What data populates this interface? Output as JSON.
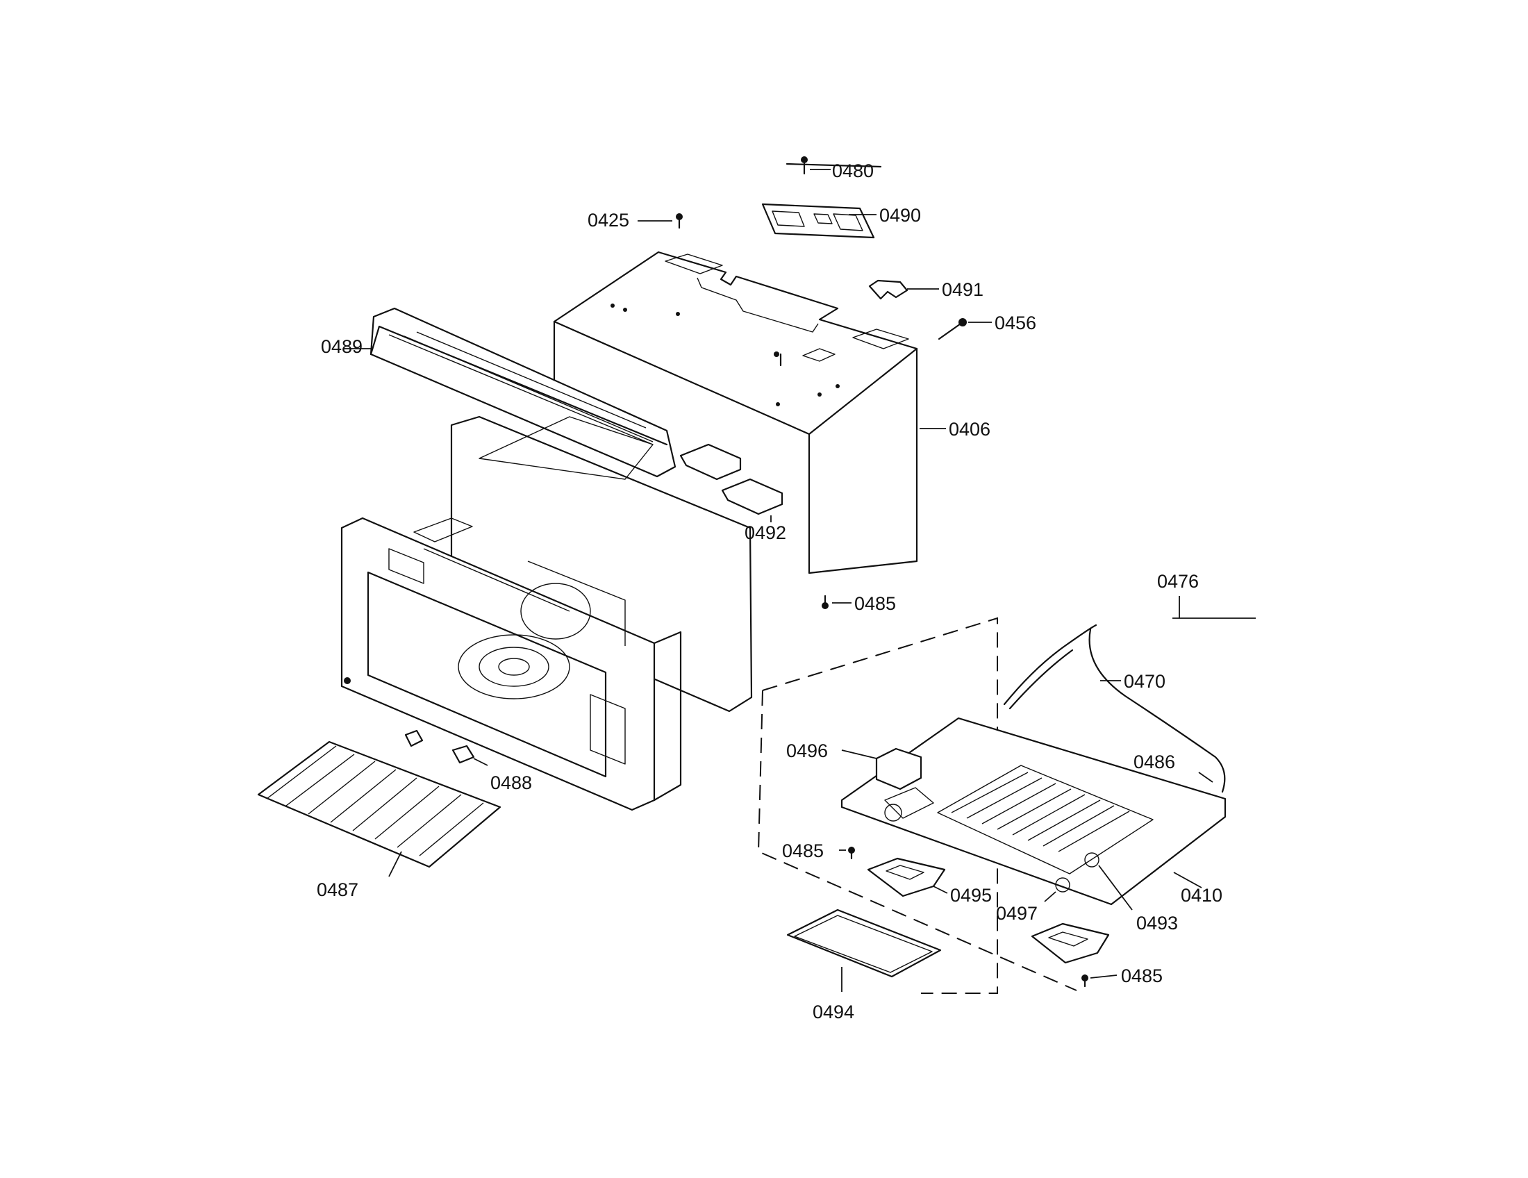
{
  "diagram": {
    "type": "exploded-parts-diagram",
    "labels": {
      "p0480": "0480",
      "p0490": "0490",
      "p0425": "0425",
      "p0491": "0491",
      "p0456": "0456",
      "p0489": "0489",
      "p0406": "0406",
      "p0492": "0492",
      "p0485_top": "0485",
      "p0476": "0476",
      "p0470": "0470",
      "p0496": "0496",
      "p0486": "0486",
      "p0488": "0488",
      "p0485_mid": "0485",
      "p0487": "0487",
      "p0495": "0495",
      "p0410": "0410",
      "p0497": "0497",
      "p0493": "0493",
      "p0485_bottom": "0485",
      "p0494": "0494"
    }
  }
}
